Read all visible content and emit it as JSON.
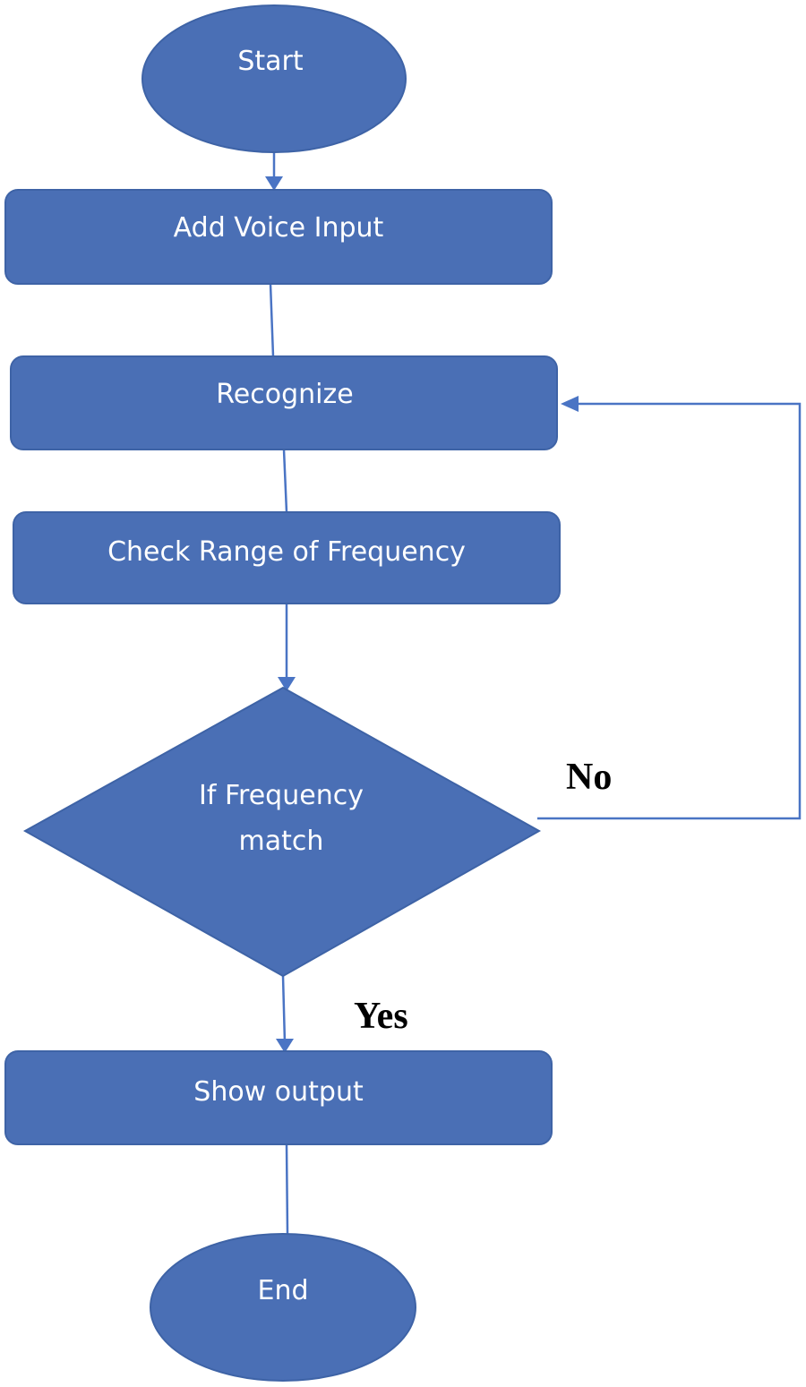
{
  "colors": {
    "node_fill": "#4a6fb5",
    "node_text": "#ffffff",
    "connector": "#4a74c4",
    "branch_label": "#000000",
    "background": "#ffffff"
  },
  "nodes": {
    "start": "Start",
    "add_voice_input": "Add Voice Input",
    "recognize": "Recognize",
    "check_range": "Check Range of Frequency",
    "decision_line1": "If Frequency",
    "decision_line2": "match",
    "show_output": "Show output",
    "end": "End"
  },
  "branches": {
    "no": "No",
    "yes": "Yes"
  }
}
